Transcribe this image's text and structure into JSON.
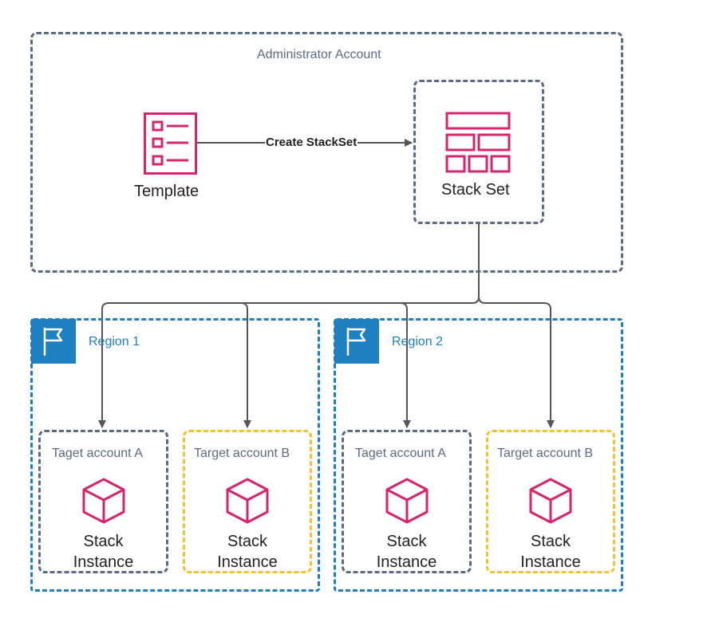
{
  "admin": {
    "title": "Administrator Account",
    "template_label": "Template",
    "stackset_label": "Stack Set",
    "edge_label": "Create StackSet"
  },
  "regions": [
    {
      "title": "Region 1",
      "accounts": [
        {
          "title": "Taget account A",
          "instance_line1": "Stack",
          "instance_line2": "Instance"
        },
        {
          "title": "Target account B",
          "instance_line1": "Stack",
          "instance_line2": "Instance"
        }
      ]
    },
    {
      "title": "Region 2",
      "accounts": [
        {
          "title": "Taget account A",
          "instance_line1": "Stack",
          "instance_line2": "Instance"
        },
        {
          "title": "Target account B",
          "instance_line1": "Stack",
          "instance_line2": "Instance"
        }
      ]
    }
  ],
  "colors": {
    "gray_border": "#5a6b86",
    "region_blue": "#1e7fc1",
    "account_b_yellow": "#f5c332",
    "icon_pink": "#d6246e",
    "arrow": "#555555"
  },
  "icons": [
    "template-list-icon",
    "stack-set-grid-icon",
    "region-flag-icon",
    "stack-instance-cube-icon"
  ]
}
